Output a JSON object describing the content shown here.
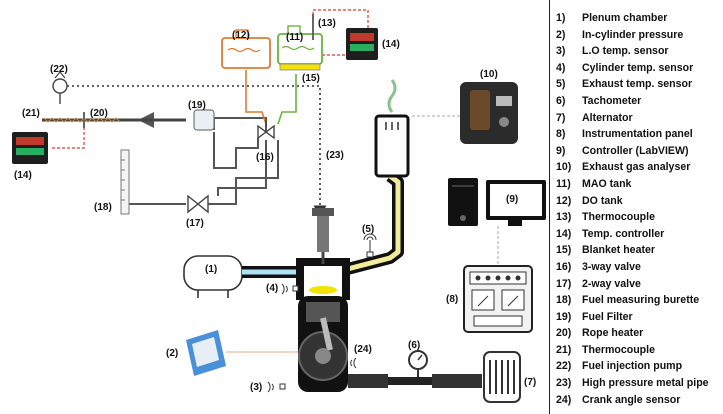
{
  "legend": {
    "items": [
      {
        "num": "1)",
        "text": "Plenum chamber"
      },
      {
        "num": "2)",
        "text": "In-cylinder pressure"
      },
      {
        "num": "3)",
        "text": "L.O temp. sensor"
      },
      {
        "num": "4)",
        "text": "Cylinder temp. sensor"
      },
      {
        "num": "5)",
        "text": "Exhaust temp. sensor"
      },
      {
        "num": "6)",
        "text": "Tachometer"
      },
      {
        "num": "7)",
        "text": "Alternator"
      },
      {
        "num": "8)",
        "text": "Instrumentation panel"
      },
      {
        "num": "9)",
        "text": "Controller (LabVIEW)"
      },
      {
        "num": "10)",
        "text": "Exhaust gas analyser"
      },
      {
        "num": "11)",
        "text": "MAO tank"
      },
      {
        "num": "12)",
        "text": "DO tank"
      },
      {
        "num": "13)",
        "text": "Thermocouple"
      },
      {
        "num": "14)",
        "text": "Temp. controller"
      },
      {
        "num": "15)",
        "text": "Blanket heater"
      },
      {
        "num": "16)",
        "text": "3-way valve"
      },
      {
        "num": "17)",
        "text": "2-way valve"
      },
      {
        "num": "18)",
        "text": "Fuel measuring burette"
      },
      {
        "num": "19)",
        "text": "Fuel Filter"
      },
      {
        "num": "20)",
        "text": "Rope heater"
      },
      {
        "num": "21)",
        "text": "Thermocouple"
      },
      {
        "num": "22)",
        "text": "Fuel injection pump"
      },
      {
        "num": "23)",
        "text": "High pressure metal pipe"
      },
      {
        "num": "24)",
        "text": "Crank angle sensor"
      }
    ]
  },
  "diagram": {
    "labels": {
      "l1": "(1)",
      "l2": "(2)",
      "l3": "(3)",
      "l4": "(4)",
      "l5": "(5)",
      "l6": "(6)",
      "l7": "(7)",
      "l8": "(8)",
      "l9": "(9)",
      "l10": "(10)",
      "l11": "(11)",
      "l12": "(12)",
      "l13": "(13)",
      "l14a": "(14)",
      "l14b": "(14)",
      "l15": "(15)",
      "l16": "(16)",
      "l17": "(17)",
      "l18": "(18)",
      "l19": "(19)",
      "l20": "(20)",
      "l21": "(21)",
      "l22": "(22)",
      "l23": "(23)",
      "l24": "(24)"
    },
    "colors": {
      "fuel_line": "#555555",
      "air_intake": "#aee3f5",
      "exhaust": "#f3ec9a",
      "engine_body": "#111111",
      "signal_wire": "#d93a2b",
      "do_tank": "#e07b2e",
      "mao_tank": "#6cb33f",
      "blanket_heater": "#f2e400",
      "pressure_device": "#4a90d9"
    }
  }
}
